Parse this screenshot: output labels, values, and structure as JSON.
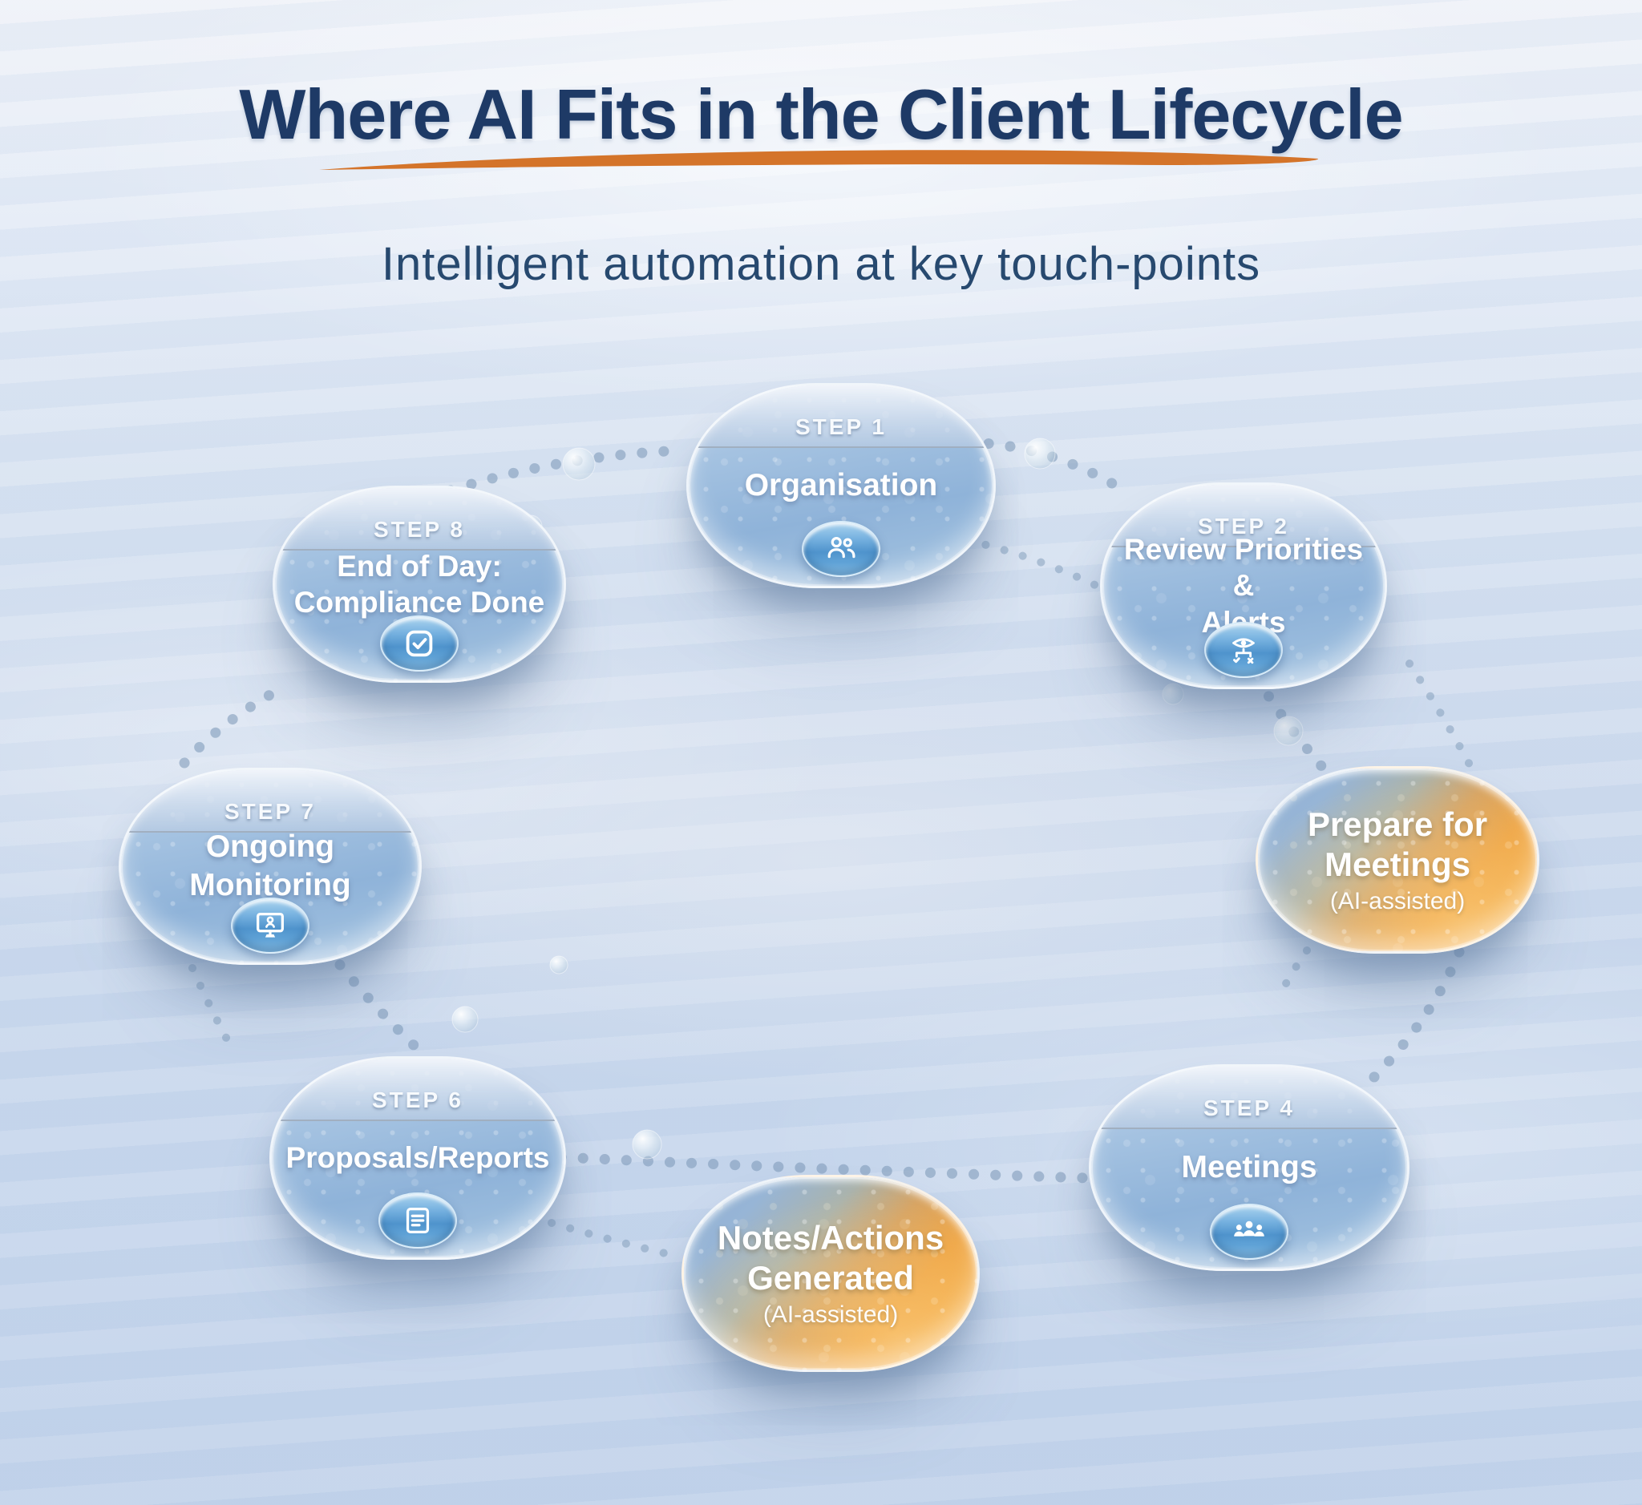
{
  "header": {
    "title": "Where AI Fits in the Client Lifecycle",
    "subtitle": "Intelligent automation at key touch-points"
  },
  "steps": [
    {
      "step_label": "STEP 1",
      "title": "Organisation",
      "icon": "people-icon",
      "style": "glass-blue"
    },
    {
      "step_label": "STEP 2",
      "title": "Review Priorities &\nAlerts",
      "icon": "eye-decision-icon",
      "style": "glass-blue"
    },
    {
      "title": "Prepare for\nMeetings",
      "note": "(AI-assisted)",
      "style": "glass-orange-ai"
    },
    {
      "step_label": "STEP 4",
      "title": "Meetings",
      "icon": "people-group-icon",
      "style": "glass-blue"
    },
    {
      "title": "Notes/Actions\nGenerated",
      "note": "(AI-assisted)",
      "style": "glass-orange-ai"
    },
    {
      "step_label": "STEP 6",
      "title": "Proposals/Reports",
      "icon": "report-icon",
      "style": "glass-blue"
    },
    {
      "step_label": "STEP 7",
      "title": "Ongoing\nMonitoring",
      "icon": "monitor-person-icon",
      "style": "glass-blue"
    },
    {
      "step_label": "STEP 8",
      "title": "End of Day:\nCompliance Done",
      "icon": "check-square-icon",
      "style": "glass-blue"
    }
  ],
  "colors": {
    "title_navy": "#1e3a66",
    "accent_orange": "#d4742a",
    "ai_bubble_orange": "#ef9f3c",
    "bubble_blue": "#8fb2d8",
    "connector_dot": "#7d9ab8",
    "background": "#cdd9ec"
  }
}
